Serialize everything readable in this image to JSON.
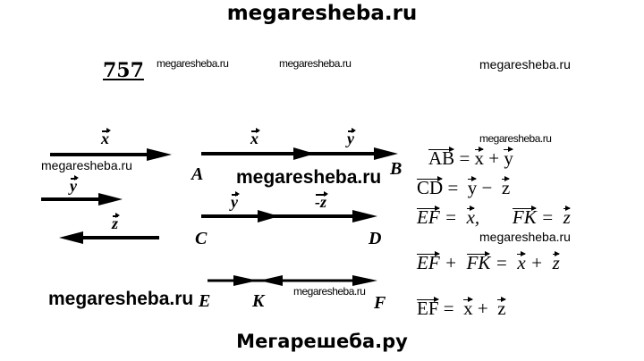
{
  "header": {
    "site_title": "megaresheba.ru"
  },
  "problem_number": "757",
  "watermarks": {
    "small": [
      "megaresheba.ru",
      "megaresheba.ru",
      "megaresheba.ru",
      "megaresheba.ru",
      "megaresheba.ru",
      "megaresheba.ru",
      "megaresheba.ru"
    ],
    "bold": [
      "megaresheba.ru",
      "megaresheba.ru"
    ]
  },
  "figure": {
    "vectors": {
      "x": "x",
      "y": "y",
      "z": "z",
      "neg_z": "-z"
    },
    "points": {
      "A": "A",
      "B": "B",
      "C": "C",
      "D": "D",
      "E": "E",
      "K": "K",
      "F": "F"
    }
  },
  "equations": [
    {
      "lhs": "AB",
      "rhs": [
        "x",
        "+",
        "y"
      ]
    },
    {
      "lhs": "CD",
      "rhs": [
        "y",
        "−",
        "z"
      ]
    },
    {
      "lhs": "EF",
      "rhs": [
        "x",
        ","
      ],
      "lhs2": "FK",
      "rhs2": "z"
    },
    {
      "lhs": "EF",
      "plus": "+",
      "lhs2": "FK",
      "rhs": [
        "x",
        "+",
        "z"
      ]
    },
    {
      "lhs": "EF",
      "rhs": [
        "x",
        "+",
        "z"
      ]
    }
  ],
  "eq_sign": "=",
  "footer": {
    "site_title": "Мегарешеба.ру"
  }
}
